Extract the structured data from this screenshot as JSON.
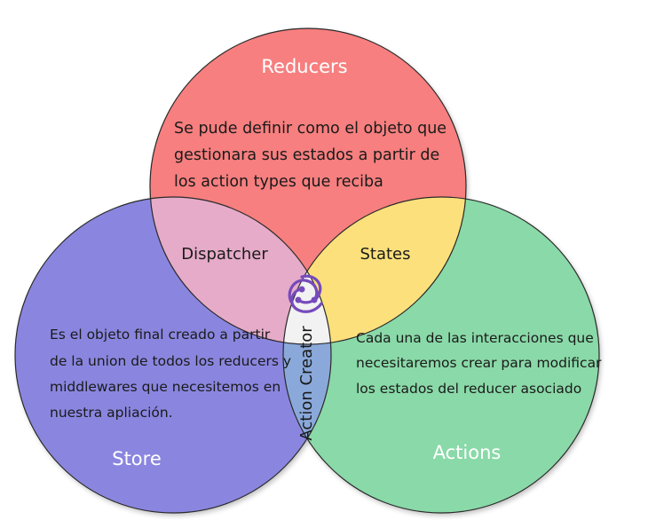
{
  "reducers": {
    "title": "Reducers",
    "description": [
      "Se pude definir como el objeto que",
      "gestionara sus estados a partir de",
      "los action types que reciba"
    ],
    "color": "#f77f7f"
  },
  "store": {
    "title": "Store",
    "description": [
      "Es el objeto final creado a partir",
      "de la union de todos los reducers y",
      "middlewares que necesitemos en",
      "nuestra apliación."
    ],
    "color": "#8a86df"
  },
  "actions": {
    "title": "Actions",
    "description": [
      "Cada una de las interacciones que",
      "necesitaremos crear para modificar",
      "los estados del reducer asociado"
    ],
    "color": "#8ad9a8"
  },
  "intersections": {
    "dispatcher": {
      "label": "Dispatcher",
      "color": "#e5abc8"
    },
    "states": {
      "label": "States",
      "color": "#fbe07c"
    },
    "action_creator": {
      "label": "Action Creator",
      "color": "#8aa9da"
    }
  },
  "logo": {
    "icon": "redux-logo-icon",
    "color": "#764abc"
  }
}
